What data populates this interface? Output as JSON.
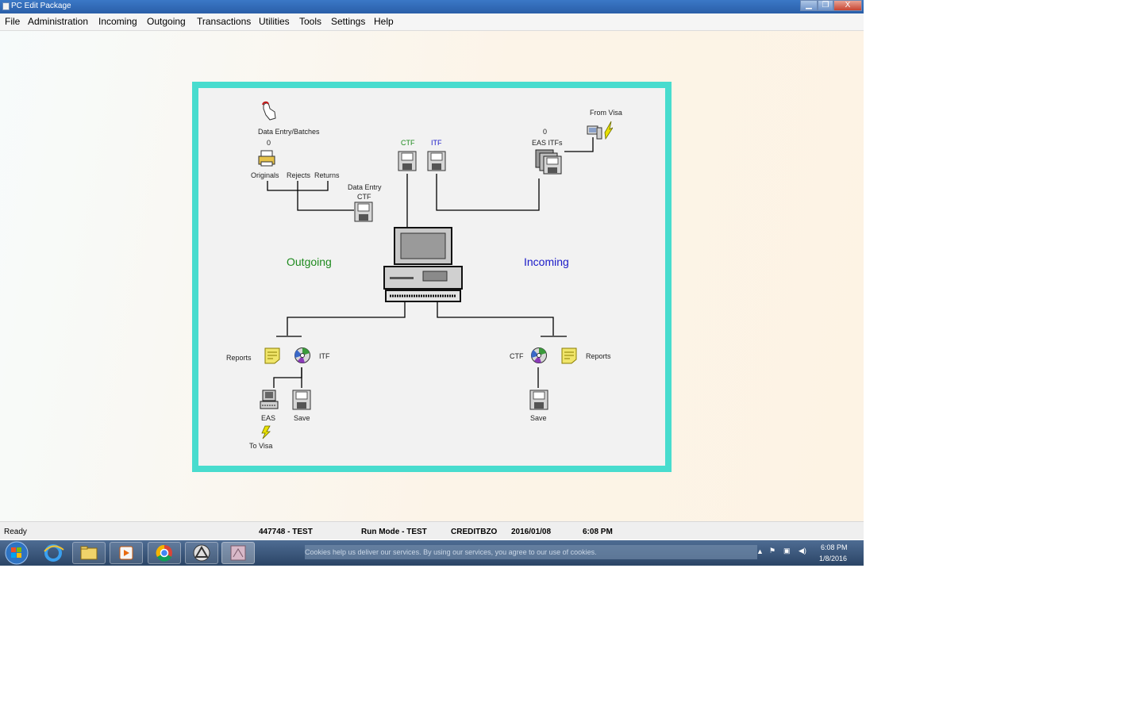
{
  "window": {
    "title": "PC Edit Package"
  },
  "window_controls": {
    "minimize": "▁",
    "maximize": "❐",
    "close": "X"
  },
  "menu": [
    {
      "label": "File"
    },
    {
      "label": "Administration"
    },
    {
      "label": "Incoming"
    },
    {
      "label": "Outgoing"
    },
    {
      "label": "Transactions"
    },
    {
      "label": "Utilities"
    },
    {
      "label": "Tools"
    },
    {
      "label": "Settings"
    },
    {
      "label": "Help"
    }
  ],
  "diagram": {
    "border_color": "#48dcce",
    "data_entry_batches": "Data Entry/Batches",
    "batch_count": "0",
    "originals": "Originals",
    "rejects": "Rejects",
    "returns": "Returns",
    "data_entry_ctf": "Data Entry",
    "data_entry_ctf2": "CTF",
    "ctf_top": "CTF",
    "itf_top": "ITF",
    "eas_count": "0",
    "eas_itfs": "EAS ITFs",
    "from_visa": "From Visa",
    "outgoing": "Outgoing",
    "incoming": "Incoming",
    "out_reports": "Reports",
    "out_itf": "ITF",
    "eas": "EAS",
    "out_save": "Save",
    "to_visa": "To Visa",
    "in_ctf": "CTF",
    "in_reports": "Reports",
    "in_save": "Save"
  },
  "status": {
    "state": "Ready",
    "code": "447748 - TEST",
    "mode": "Run Mode - TEST",
    "user": "CREDITBZO",
    "date": "2016/01/08",
    "time": "6:08 PM"
  },
  "taskbar": {
    "notification": "Cookies help us deliver our services. By using our services, you agree to our use of cookies.",
    "clock_time": "6:08 PM",
    "clock_date": "1/8/2016"
  }
}
